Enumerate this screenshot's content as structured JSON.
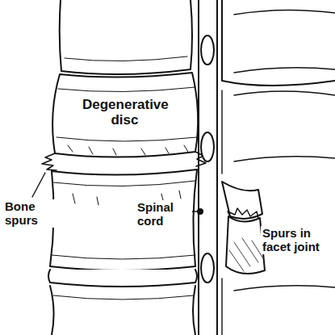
{
  "diagram": {
    "labels": [
      "Degenerative disc",
      "Bone spurs",
      "Spinal cord",
      "Spurs in facet joint"
    ]
  }
}
